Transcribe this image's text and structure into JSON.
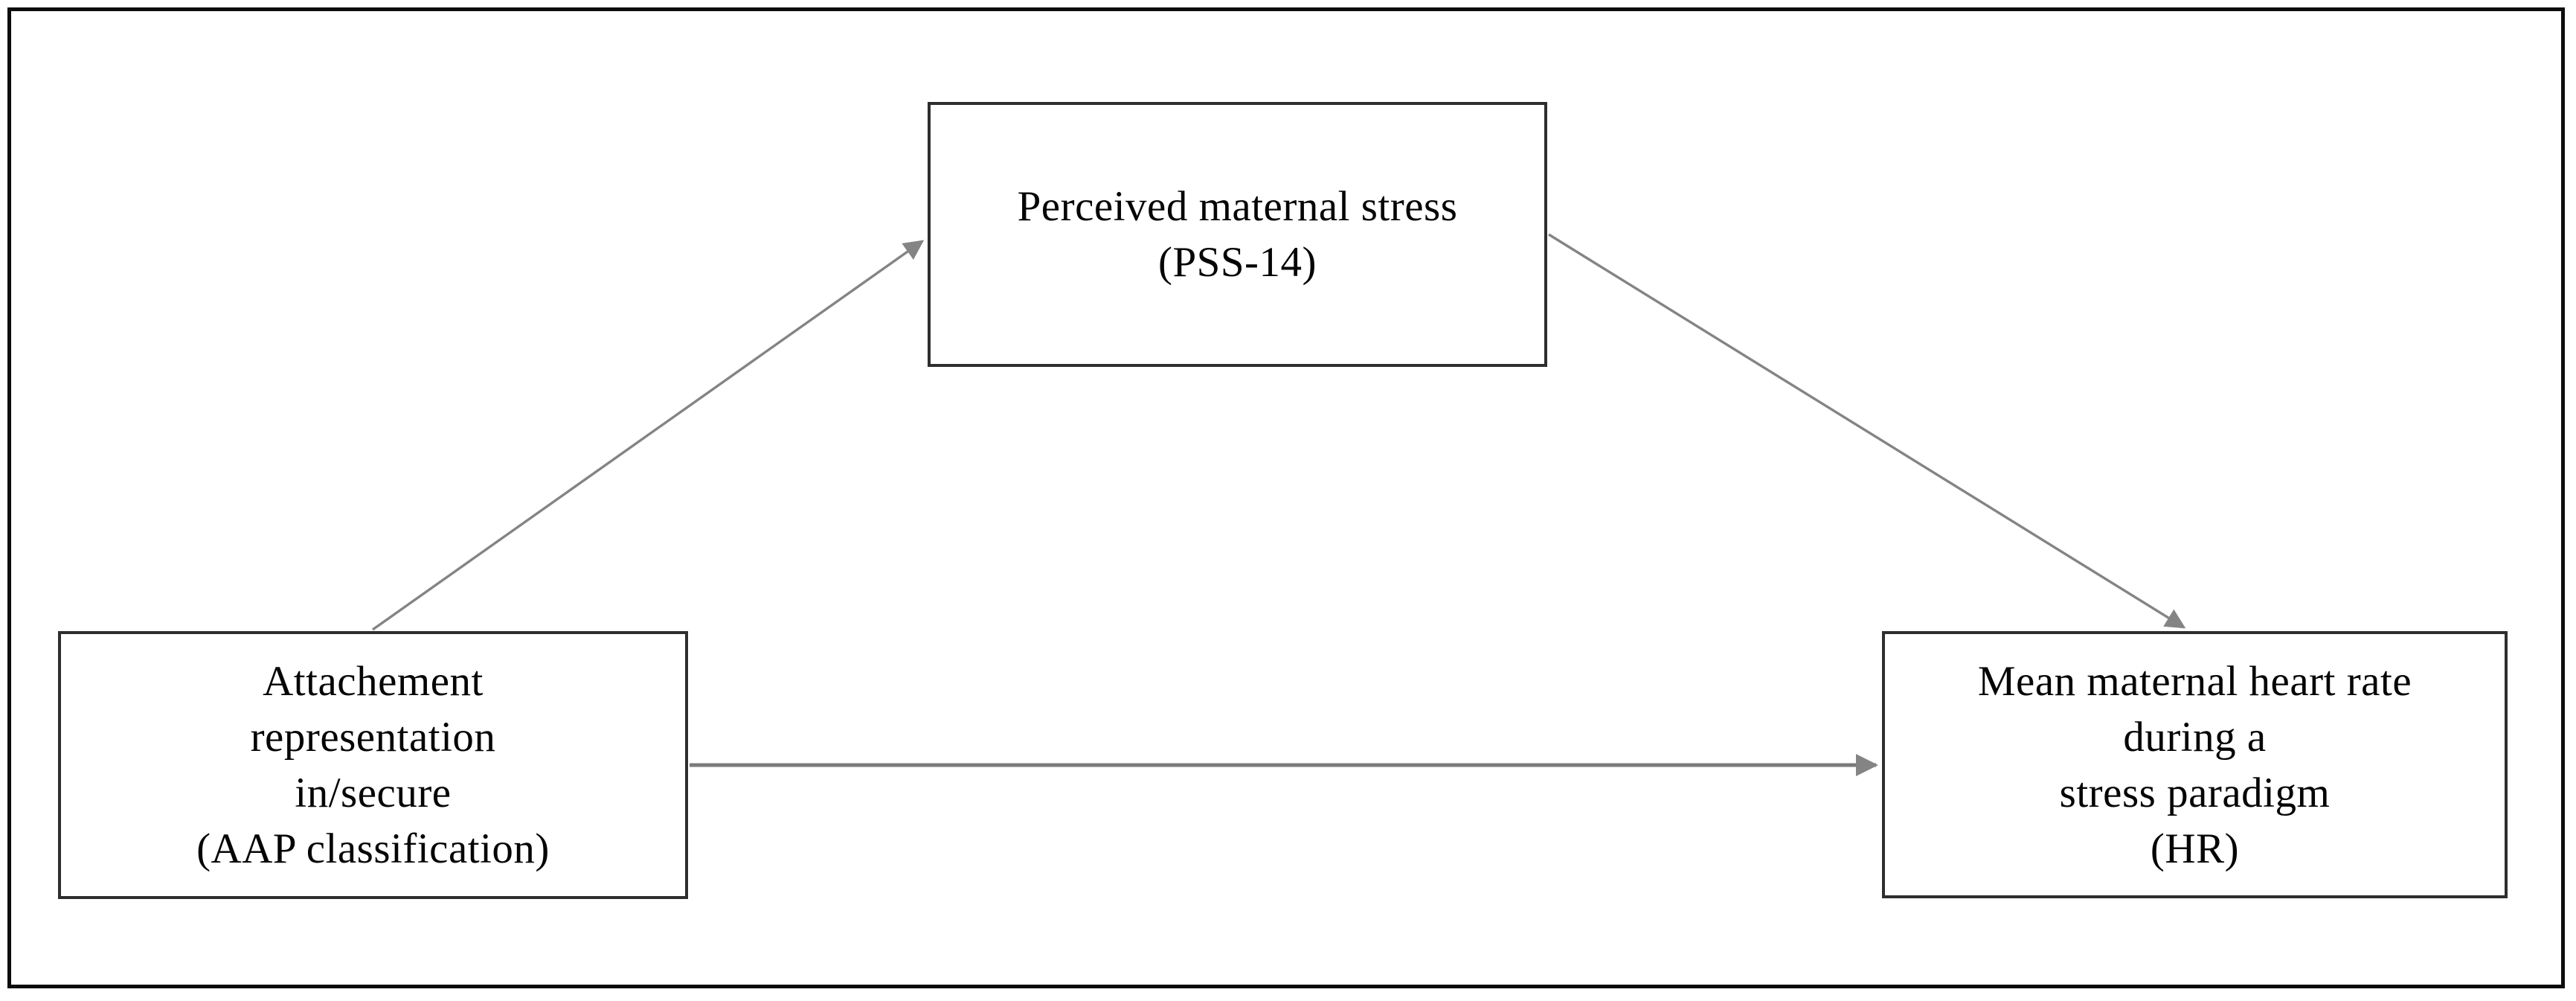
{
  "figure": {
    "type": "mediation-path-diagram",
    "colors": {
      "bg": "#ffffff",
      "frame_color": "#0d0d0d",
      "box_border_color": "#2e2e2e",
      "arrow_color": "#848484",
      "arrow_strong_color": "#7a7a7a",
      "text_color": "#050505"
    }
  },
  "nodes": {
    "mediator": {
      "lines": [
        "Perceived maternal stress",
        "(PSS-14)"
      ]
    },
    "predictor": {
      "lines": [
        "Attachement",
        "representation",
        "in/secure",
        "(AAP classification)"
      ]
    },
    "outcome": {
      "lines": [
        "Mean maternal heart rate",
        "during a",
        "stress paradigm",
        "(HR)"
      ]
    }
  },
  "edges": [
    {
      "name": "predictor-to-mediator",
      "from": "predictor",
      "to": "mediator",
      "style": "thin-gray-arrow"
    },
    {
      "name": "mediator-to-outcome",
      "from": "mediator",
      "to": "outcome",
      "style": "thin-gray-arrow"
    },
    {
      "name": "predictor-to-outcome",
      "from": "predictor",
      "to": "outcome",
      "style": "thick-gray-arrow"
    }
  ]
}
